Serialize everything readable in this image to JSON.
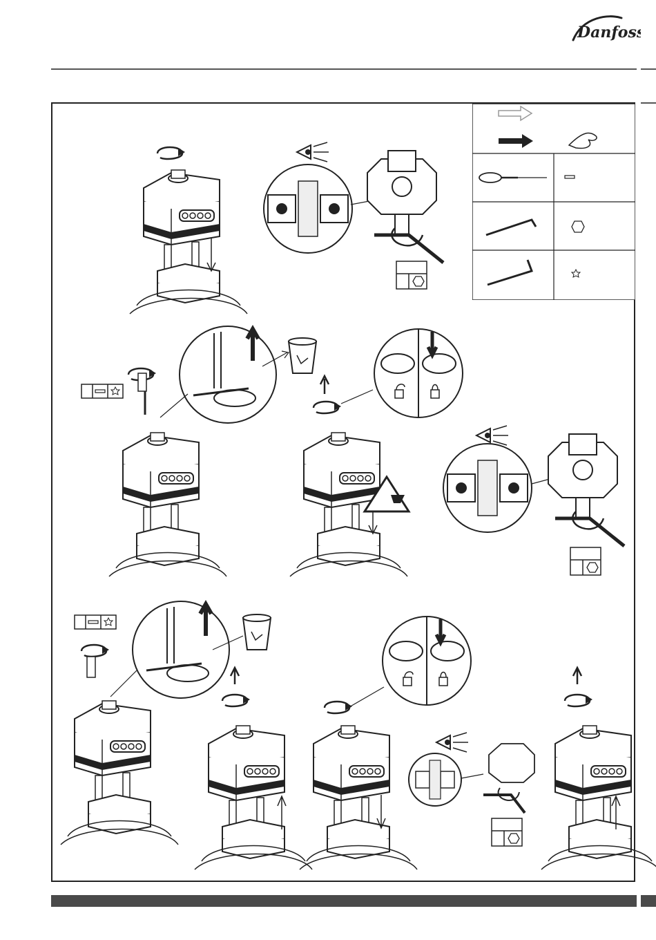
{
  "brand": {
    "logo_text": "Danfoss"
  },
  "legend": {
    "rows": [
      {
        "tool": "screwdriver-icon",
        "symbol": "flat-blade-symbol"
      },
      {
        "tool": "hex-key-icon",
        "symbol": "hexagon-symbol"
      },
      {
        "tool": "torx-key-icon",
        "symbol": "torx-symbol"
      }
    ],
    "arrows": [
      "outline-arrow-icon",
      "solid-arrow-icon",
      "hand-icon"
    ]
  },
  "colors": {
    "bar": "#4a4a4a",
    "line": "#222222"
  }
}
